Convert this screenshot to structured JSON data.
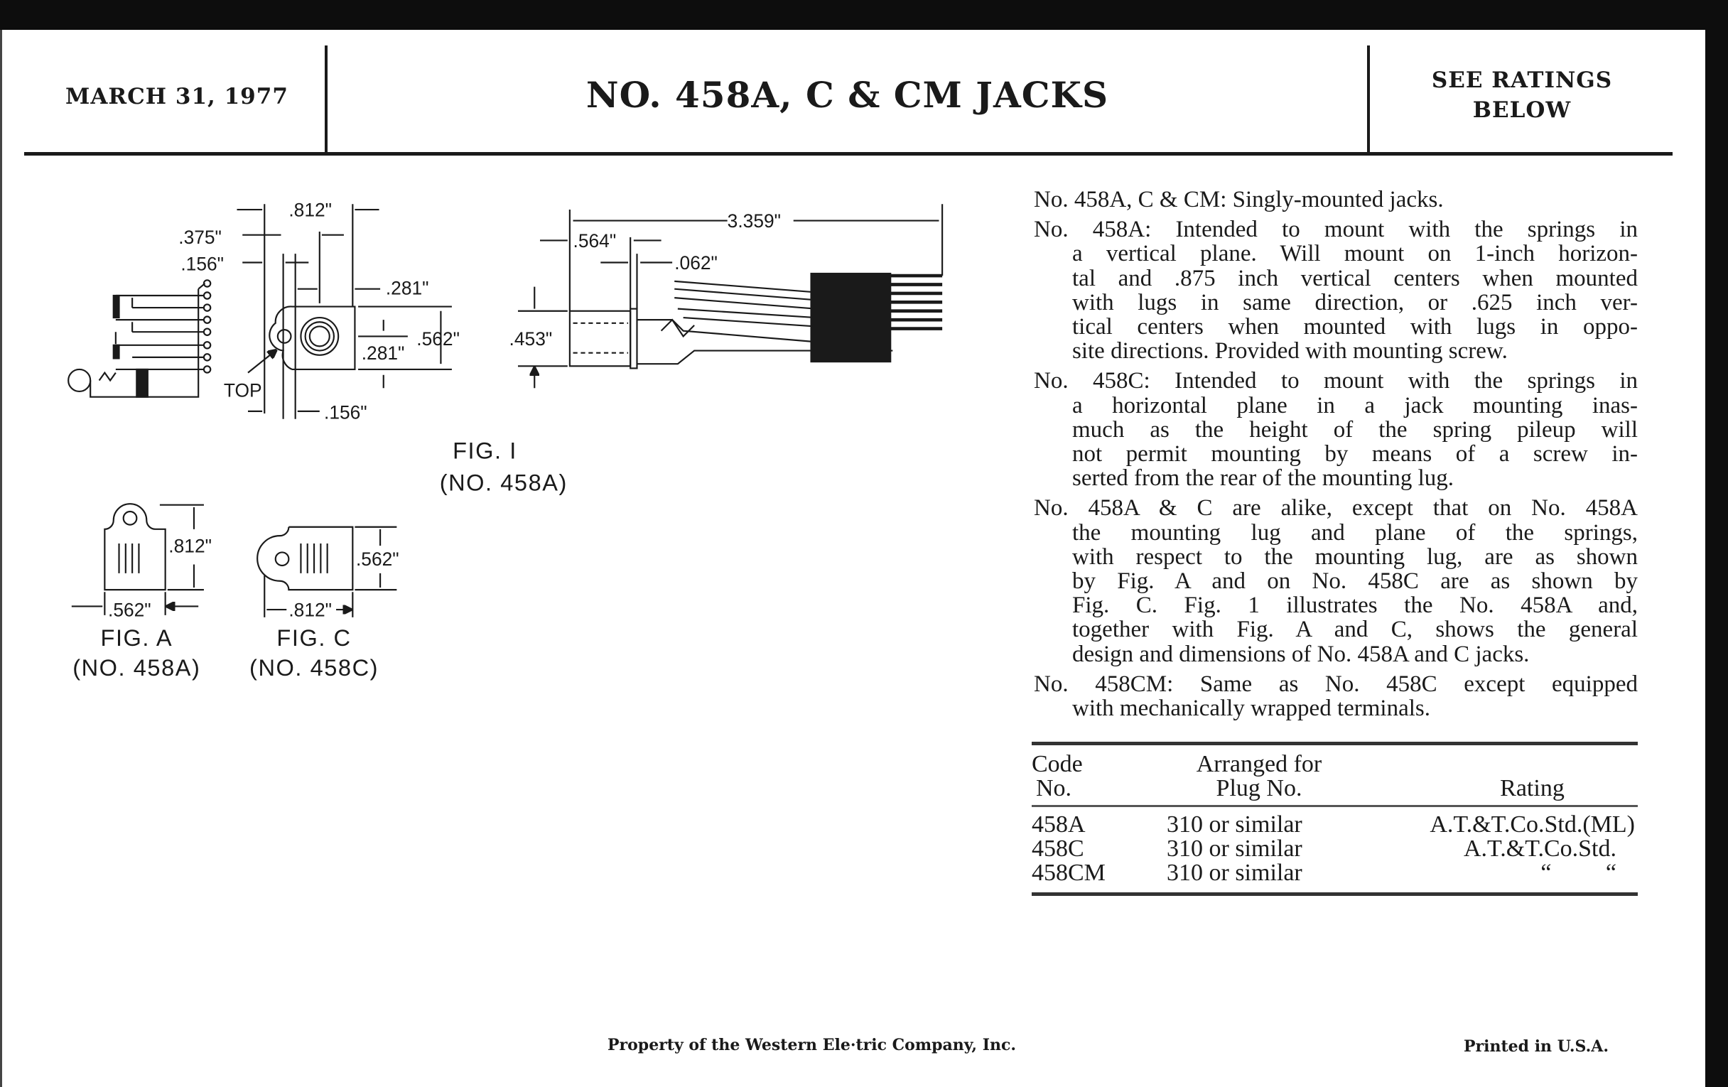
{
  "header": {
    "date": "MARCH 31, 1977",
    "title": "NO. 458A, C & CM JACKS",
    "ratings_note_line1": "SEE RATINGS",
    "ratings_note_line2": "BELOW"
  },
  "figures": {
    "fig1": {
      "caption": "FIG. I",
      "subcaption": "(NO. 458A)",
      "dims": {
        "d812": ".812\"",
        "d375": ".375\"",
        "d156a": ".156\"",
        "d281a": ".281\"",
        "d281b": ".281\"",
        "d562": ".562\"",
        "top": "TOP",
        "d156b": ".156\"",
        "d3359": "3.359\"",
        "d564": ".564\"",
        "d062": ".062\"",
        "d453": ".453\""
      }
    },
    "figA": {
      "caption": "FIG. A",
      "subcaption": "(NO. 458A)",
      "height": ".812\"",
      "width": ".562\""
    },
    "figC": {
      "caption": "FIG. C",
      "subcaption": "(NO. 458C)",
      "height": ".562\"",
      "width": ".812\""
    }
  },
  "description": [
    {
      "lines": [
        "No. 458A, C & CM:  Singly-mounted jacks."
      ]
    },
    {
      "lines": [
        "No. 458A:  Intended to mount with the springs in",
        "a vertical plane. Will mount on 1-inch horizon-",
        "tal and .875 inch vertical centers when mounted",
        "with lugs in same direction, or .625 inch ver-",
        "tical centers when mounted with lugs in oppo-",
        "site directions. Provided with mounting screw."
      ]
    },
    {
      "lines": [
        "No. 458C:  Intended to mount with the springs in",
        "a horizontal plane in a jack mounting inas-",
        "much as the height of the spring pileup will",
        "not permit mounting by means of a screw in-",
        "serted from the rear of the mounting lug."
      ]
    },
    {
      "lines": [
        "No. 458A & C are alike, except that on No. 458A",
        "the mounting lug and plane of the springs,",
        "with respect to the mounting lug, are as shown",
        "by Fig. A and on No. 458C are as shown by",
        "Fig. C.  Fig. 1 illustrates the No. 458A and,",
        "together with Fig. A and C, shows the general",
        "design and dimensions of No. 458A and C jacks."
      ]
    },
    {
      "lines": [
        "No. 458CM:  Same as No. 458C except equipped",
        "with mechanically wrapped terminals."
      ]
    }
  ],
  "table": {
    "headers": {
      "code_l1": "Code",
      "code_l2": "No.",
      "plug_l1": "Arranged for",
      "plug_l2": "Plug No.",
      "rating": "Rating"
    },
    "rows": [
      {
        "code": "458A",
        "plug": "310 or similar",
        "rating": "A.T.&T.Co.Std.(ML)"
      },
      {
        "code": "458C",
        "plug": "310 or similar",
        "rating": "A.T.&T.Co.Std."
      },
      {
        "code": "458CM",
        "plug": "310 or similar",
        "rating": "“         “"
      }
    ]
  },
  "footer": {
    "property": "Property of the Western Ele·tric Company, Inc.",
    "printed": "Printed in U.S.A."
  }
}
